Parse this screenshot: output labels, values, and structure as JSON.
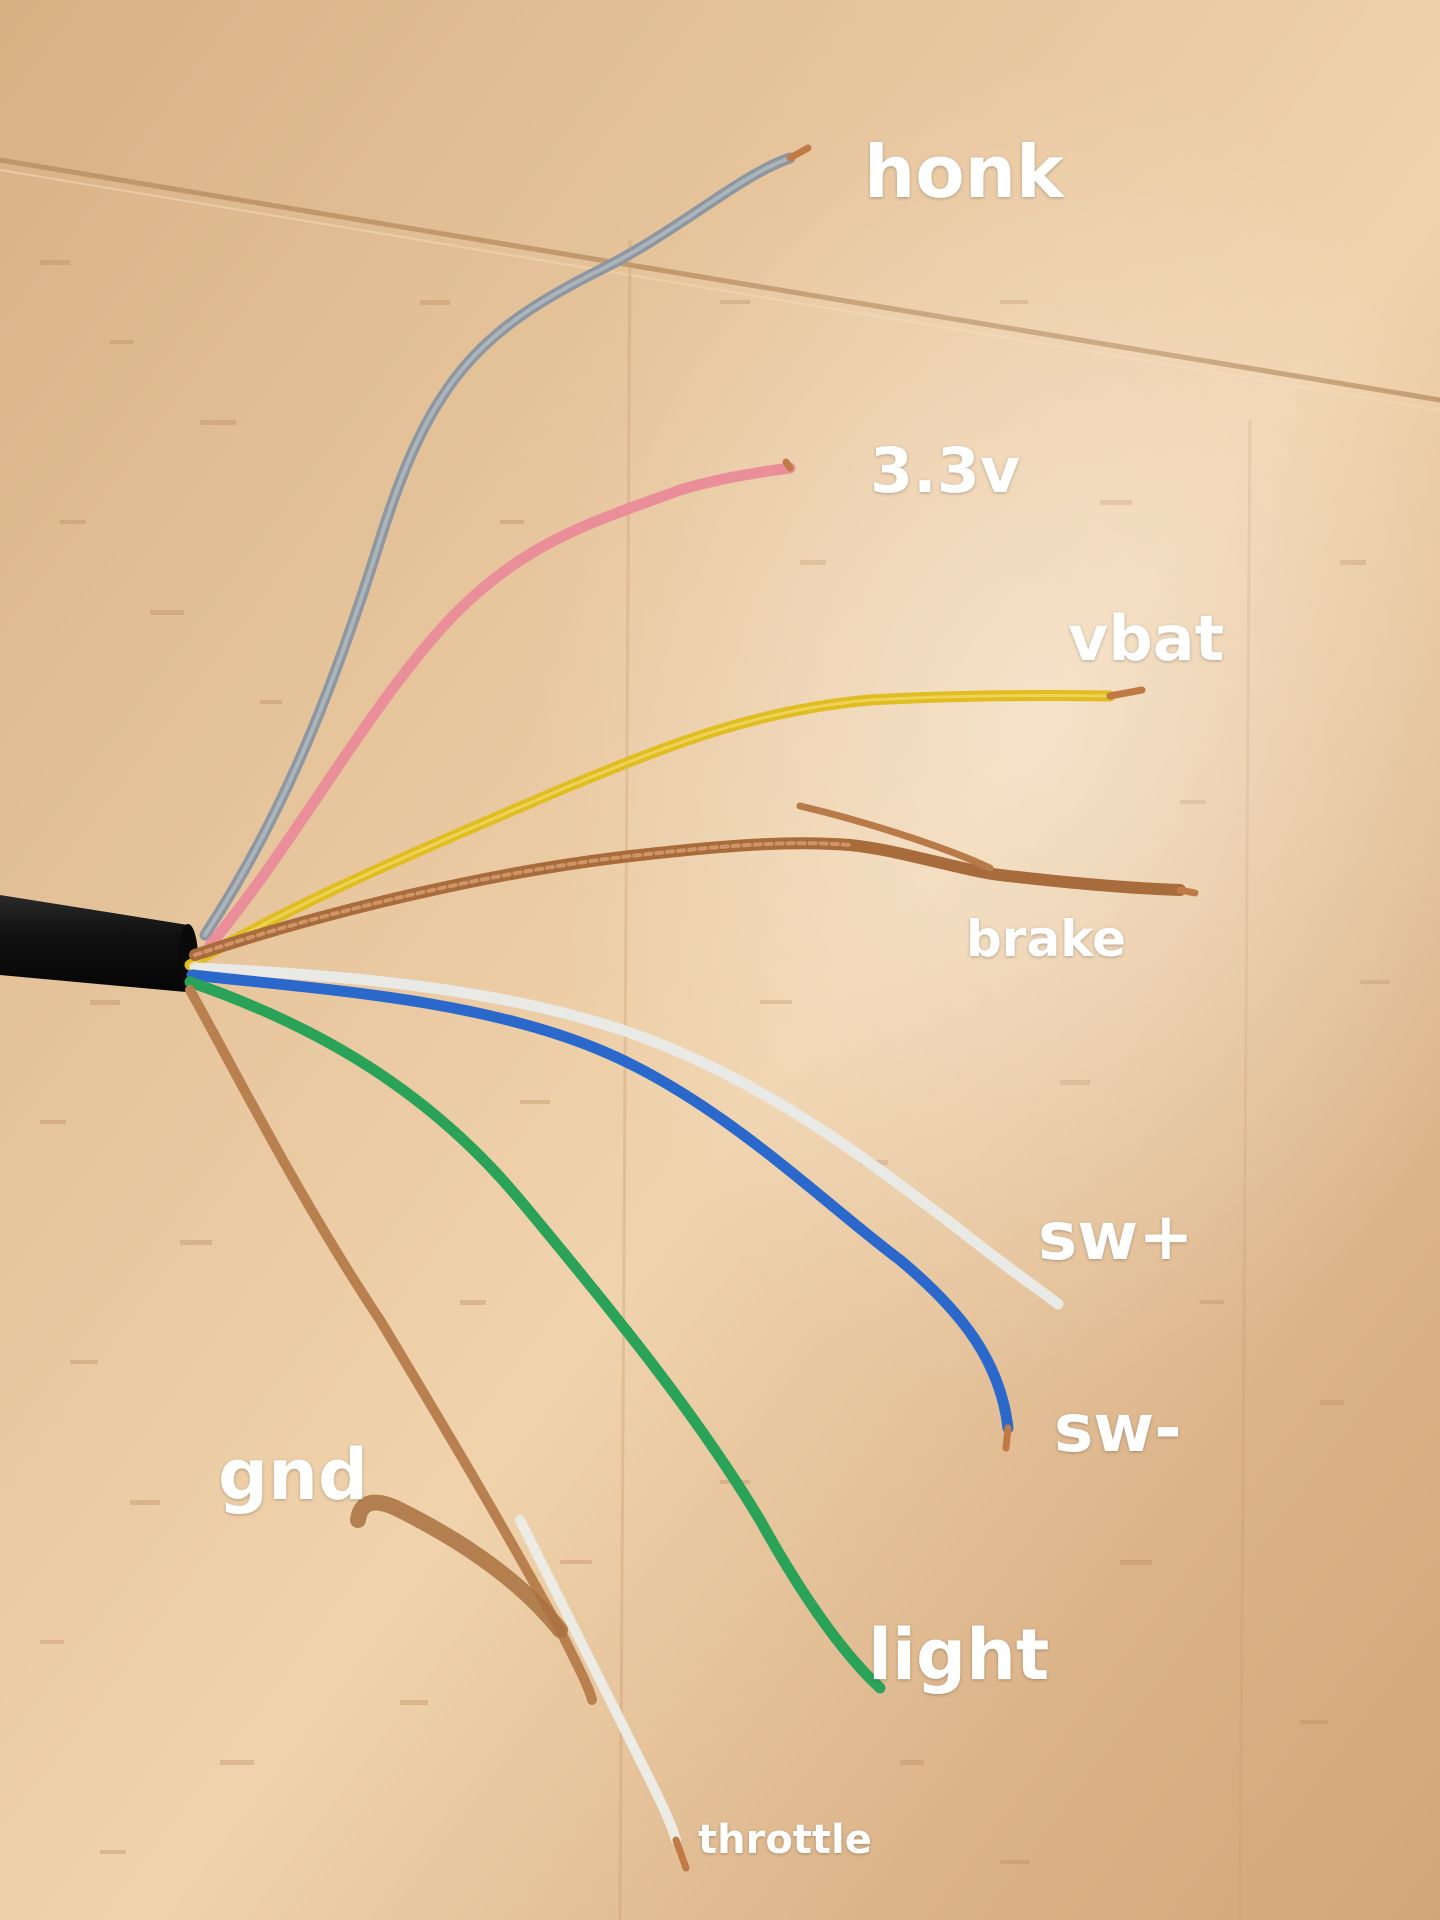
{
  "labels": {
    "honk": "honk",
    "v33": "3.3v",
    "vbat": "vbat",
    "brake": "brake",
    "sw_plus": "sw+",
    "sw_minus": "sw-",
    "gnd": "gnd",
    "light": "light",
    "throttle": "throttle"
  },
  "colors": {
    "wood_light": "#e6c39b",
    "wood_mid": "#d6ad80",
    "wood_dark": "#c39566",
    "cable_jacket": "#151515",
    "wire_gray": "#9aa3ad",
    "wire_pink": "#ee9aa3",
    "wire_yellow": "#e2c230",
    "wire_copper": "#b97a4a",
    "wire_white": "#ececec",
    "wire_blue": "#2f6fd0",
    "wire_green": "#2ea65a",
    "label_text": "#ffffff"
  }
}
